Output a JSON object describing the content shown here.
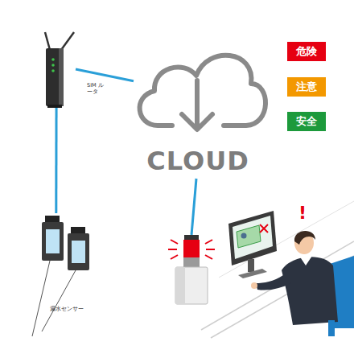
{
  "diagram": {
    "nodes": [
      {
        "text": [
          "SIM ルータ"
        ]
      },
      {
        "text": [
          "CLOUD"
        ]
      },
      {
        "text": [
          "危険"
        ]
      },
      {
        "text": [
          "注意"
        ]
      },
      {
        "text": [
          "安全"
        ]
      },
      {
        "text": [
          "漏水センサー"
        ]
      }
    ],
    "edges": [
      {
        "from": 0,
        "to": 1,
        "arrow": "none"
      },
      {
        "from": 0,
        "to": 5,
        "arrow": "none"
      }
    ],
    "labels": [
      "!"
    ]
  }
}
